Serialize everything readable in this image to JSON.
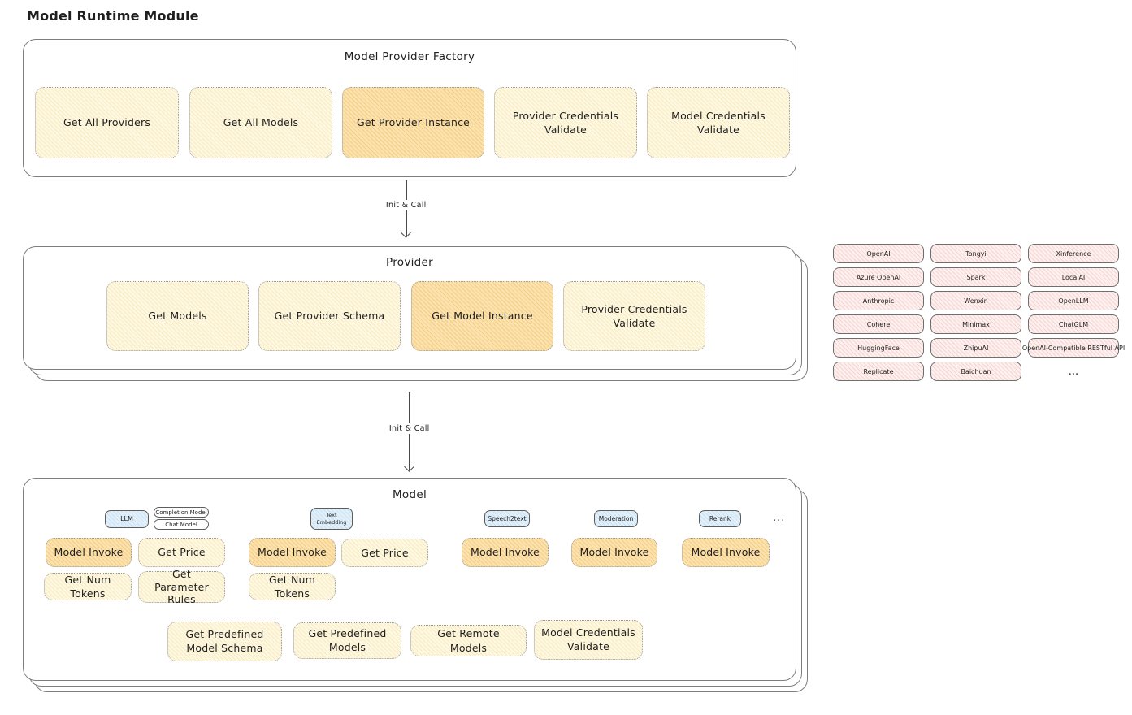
{
  "title": "Model Runtime Module",
  "flow": {
    "arrow1_label": "Init & Call",
    "arrow2_label": "Init & Call"
  },
  "factory": {
    "title": "Model Provider Factory",
    "boxes": [
      {
        "label": "Get All Providers",
        "highlighted": false
      },
      {
        "label": "Get All Models",
        "highlighted": false
      },
      {
        "label": "Get Provider Instance",
        "highlighted": true
      },
      {
        "label": "Provider Credentials Validate",
        "highlighted": false
      },
      {
        "label": "Model Credentials Validate",
        "highlighted": false
      }
    ]
  },
  "provider": {
    "title": "Provider",
    "boxes": [
      {
        "label": "Get Models",
        "highlighted": false
      },
      {
        "label": "Get Provider Schema",
        "highlighted": false
      },
      {
        "label": "Get Model Instance",
        "highlighted": true
      },
      {
        "label": "Provider Credentials Validate",
        "highlighted": false
      }
    ]
  },
  "providers_list": {
    "columns": [
      [
        "OpenAI",
        "Azure OpenAI",
        "Anthropic",
        "Cohere",
        "HuggingFace",
        "Replicate"
      ],
      [
        "Tongyi",
        "Spark",
        "Wenxin",
        "Minimax",
        "ZhipuAI",
        "Baichuan"
      ],
      [
        "Xinference",
        "LocalAI",
        "OpenLLM",
        "ChatGLM",
        "OpenAI-Compatible RESTful API"
      ]
    ],
    "more": "..."
  },
  "model": {
    "title": "Model",
    "groups": [
      {
        "pill": "LLM",
        "sub": [
          "Completion Model",
          "Chat Model"
        ],
        "buttons": [
          {
            "label": "Model Invoke",
            "highlighted": true
          },
          {
            "label": "Get Price",
            "highlighted": false
          },
          {
            "label": "Get Num Tokens",
            "highlighted": false
          },
          {
            "label": "Get Parameter Rules",
            "highlighted": false
          }
        ]
      },
      {
        "pill": "Text Embedding",
        "buttons": [
          {
            "label": "Model Invoke",
            "highlighted": true
          },
          {
            "label": "Get Price",
            "highlighted": false
          },
          {
            "label": "Get Num Tokens",
            "highlighted": false
          }
        ]
      },
      {
        "pill": "Speech2text",
        "buttons": [
          {
            "label": "Model Invoke",
            "highlighted": true
          }
        ]
      },
      {
        "pill": "Moderation",
        "buttons": [
          {
            "label": "Model Invoke",
            "highlighted": true
          }
        ]
      },
      {
        "pill": "Rerank",
        "buttons": [
          {
            "label": "Model Invoke",
            "highlighted": true
          }
        ]
      }
    ],
    "more": "...",
    "bottom_buttons": [
      "Get Predefined Model Schema",
      "Get Predefined Models",
      "Get Remote Models",
      "Model Credentials Validate"
    ]
  },
  "colors": {
    "node-yellow-base": "#FEF8E2",
    "node-yellow-line": "#F8EBC0",
    "node-orange-base": "#FBE2AE",
    "node-orange-line": "#F5CD85",
    "node-pink-base": "#FDF0EF",
    "node-pink-line": "#F6D4D1",
    "node-blue-base": "#E3F0FA",
    "node-blue-line": "#C8E2F3",
    "container-border": "#7E7E7E",
    "node-border": "#9B9B9B",
    "ink": "#1F1F1F",
    "arrow": "#4A4A4A"
  }
}
